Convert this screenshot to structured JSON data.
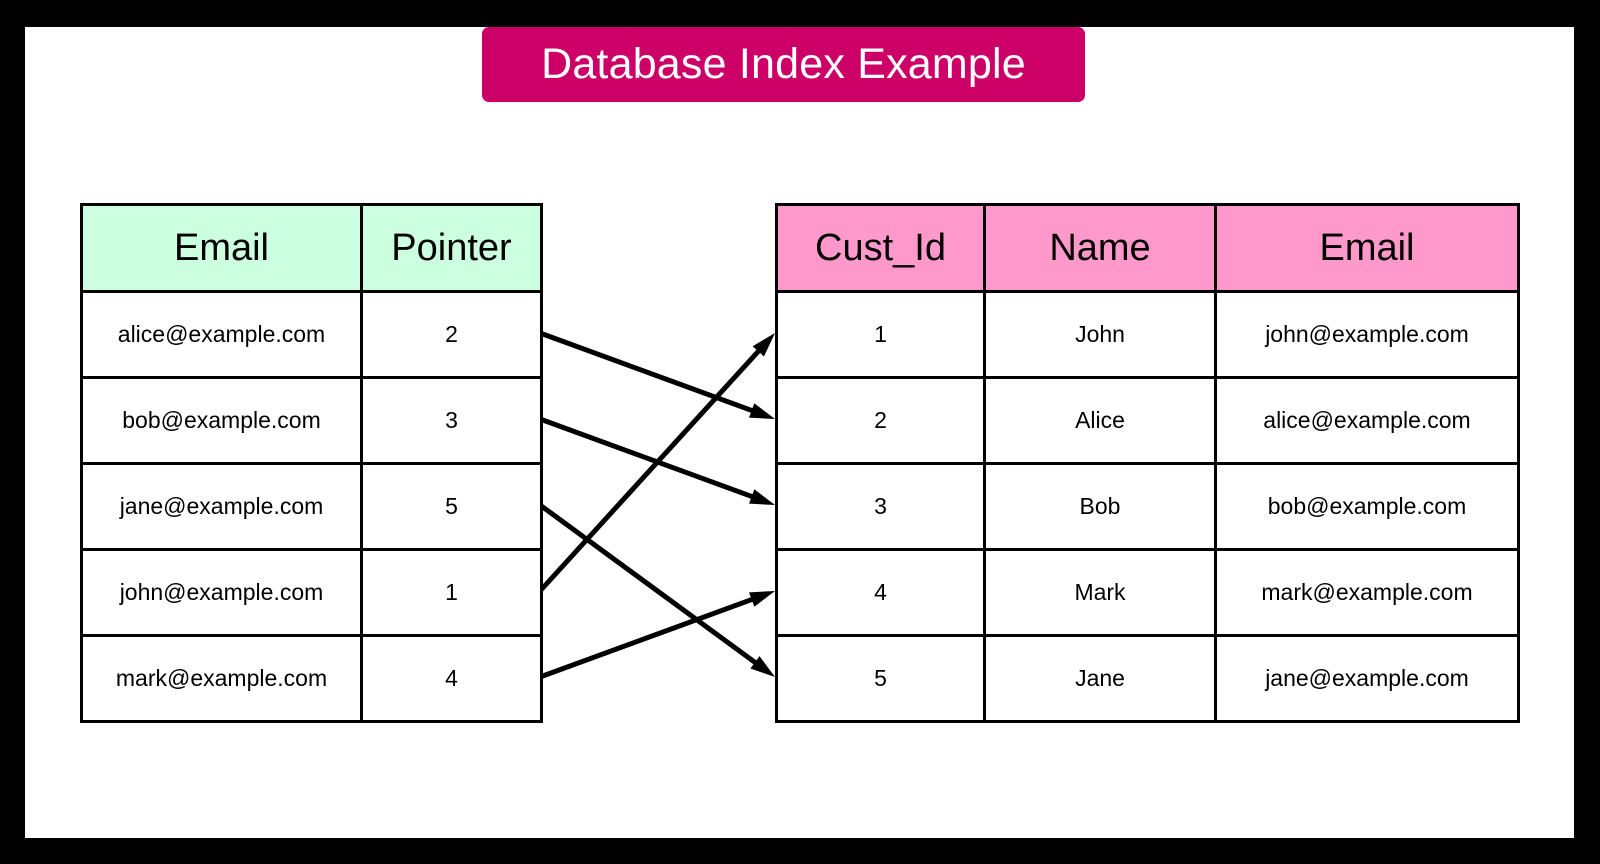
{
  "title": {
    "text": "Database Index Example",
    "background_color": "#cc0066",
    "text_color": "#ffffff"
  },
  "colors": {
    "frame": "#000000",
    "canvas": "#ffffff",
    "index_header_bg": "#ccffe0",
    "data_header_bg": "#ff99cc",
    "border": "#000000",
    "arrow": "#000000"
  },
  "index_table": {
    "name": "index-table",
    "headers": [
      "Email",
      "Pointer"
    ],
    "rows": [
      {
        "email": "alice@example.com",
        "pointer": "2"
      },
      {
        "email": "bob@example.com",
        "pointer": "3"
      },
      {
        "email": "jane@example.com",
        "pointer": "5"
      },
      {
        "email": "john@example.com",
        "pointer": "1"
      },
      {
        "email": "mark@example.com",
        "pointer": "4"
      }
    ]
  },
  "data_table": {
    "name": "customer-table",
    "headers": [
      "Cust_Id",
      "Name",
      "Email"
    ],
    "rows": [
      {
        "cust_id": "1",
        "name": "John",
        "email": "john@example.com"
      },
      {
        "cust_id": "2",
        "name": "Alice",
        "email": "alice@example.com"
      },
      {
        "cust_id": "3",
        "name": "Bob",
        "email": "bob@example.com"
      },
      {
        "cust_id": "4",
        "name": "Mark",
        "email": "mark@example.com"
      },
      {
        "cust_id": "5",
        "name": "Jane",
        "email": "jane@example.com"
      }
    ]
  },
  "arrows": [
    {
      "from_index_row": 0,
      "to_data_row": 1,
      "label": "alice-pointer-2"
    },
    {
      "from_index_row": 1,
      "to_data_row": 2,
      "label": "bob-pointer-3"
    },
    {
      "from_index_row": 2,
      "to_data_row": 4,
      "label": "jane-pointer-5"
    },
    {
      "from_index_row": 3,
      "to_data_row": 0,
      "label": "john-pointer-1"
    },
    {
      "from_index_row": 4,
      "to_data_row": 3,
      "label": "mark-pointer-4"
    }
  ]
}
